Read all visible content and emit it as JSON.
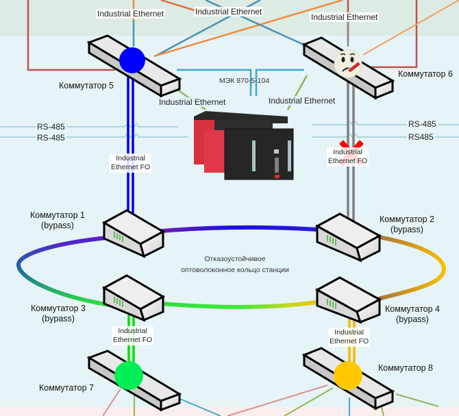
{
  "diagram": {
    "ring_caption_line1": "Отказоустойчивое",
    "ring_caption_line2": "оптоволоконное кольцо станции",
    "protocol_label": "МЭК 870-5-104",
    "top_links": [
      {
        "label": "Industrial Ethernet"
      },
      {
        "label": "Industrial Ethernet"
      },
      {
        "label": "Industrial Ethernet"
      }
    ],
    "mid_links": [
      {
        "label": "Industrial Ethernet"
      },
      {
        "label": "Industrial Ethernet"
      }
    ],
    "serial_links": [
      {
        "label": "RS-485"
      },
      {
        "label": "RS-485"
      },
      {
        "label": "RS-485"
      },
      {
        "label": "RS485"
      }
    ],
    "fo_links": [
      {
        "line1": "Industrial",
        "line2": "Ethernet FO",
        "color": "#0000ff",
        "status": "ok"
      },
      {
        "line1": "Industrial",
        "line2": "Ethernet FO",
        "color": "#808080",
        "status": "failed"
      },
      {
        "line1": "Industrial",
        "line2": "Ethernet FO",
        "color": "#00e000",
        "status": "ok"
      },
      {
        "line1": "Industrial",
        "line2": "Ethernet FO",
        "color": "#f5b800",
        "status": "ok"
      }
    ],
    "switches": [
      {
        "id": 5,
        "label": "Коммутатор 5",
        "type": "access",
        "status_marker": "blue-dot",
        "marker_color": "#0000ff"
      },
      {
        "id": 6,
        "label": "Коммутатор 6",
        "type": "access",
        "status_marker": "sick-face-icon"
      },
      {
        "id": 1,
        "label": "Коммутатор 1",
        "sub": "(bypass)",
        "type": "ring"
      },
      {
        "id": 2,
        "label": "Коммутатор 2",
        "sub": "(bypass)",
        "type": "ring"
      },
      {
        "id": 3,
        "label": "Коммутатор 3",
        "sub": "(bypass)",
        "type": "ring"
      },
      {
        "id": 4,
        "label": "Коммутатор 4",
        "sub": "(bypass)",
        "type": "ring"
      },
      {
        "id": 7,
        "label": "Коммутатор 7",
        "type": "access",
        "status_marker": "green-dot",
        "marker_color": "#00ee55"
      },
      {
        "id": 8,
        "label": "Коммутатор 8",
        "type": "access",
        "status_marker": "yellow-dot",
        "marker_color": "#ffc800"
      }
    ],
    "controller": {
      "name": "plc-controller"
    },
    "failure_marker": {
      "icon": "red-x-icon",
      "color": "#ff0000"
    }
  }
}
